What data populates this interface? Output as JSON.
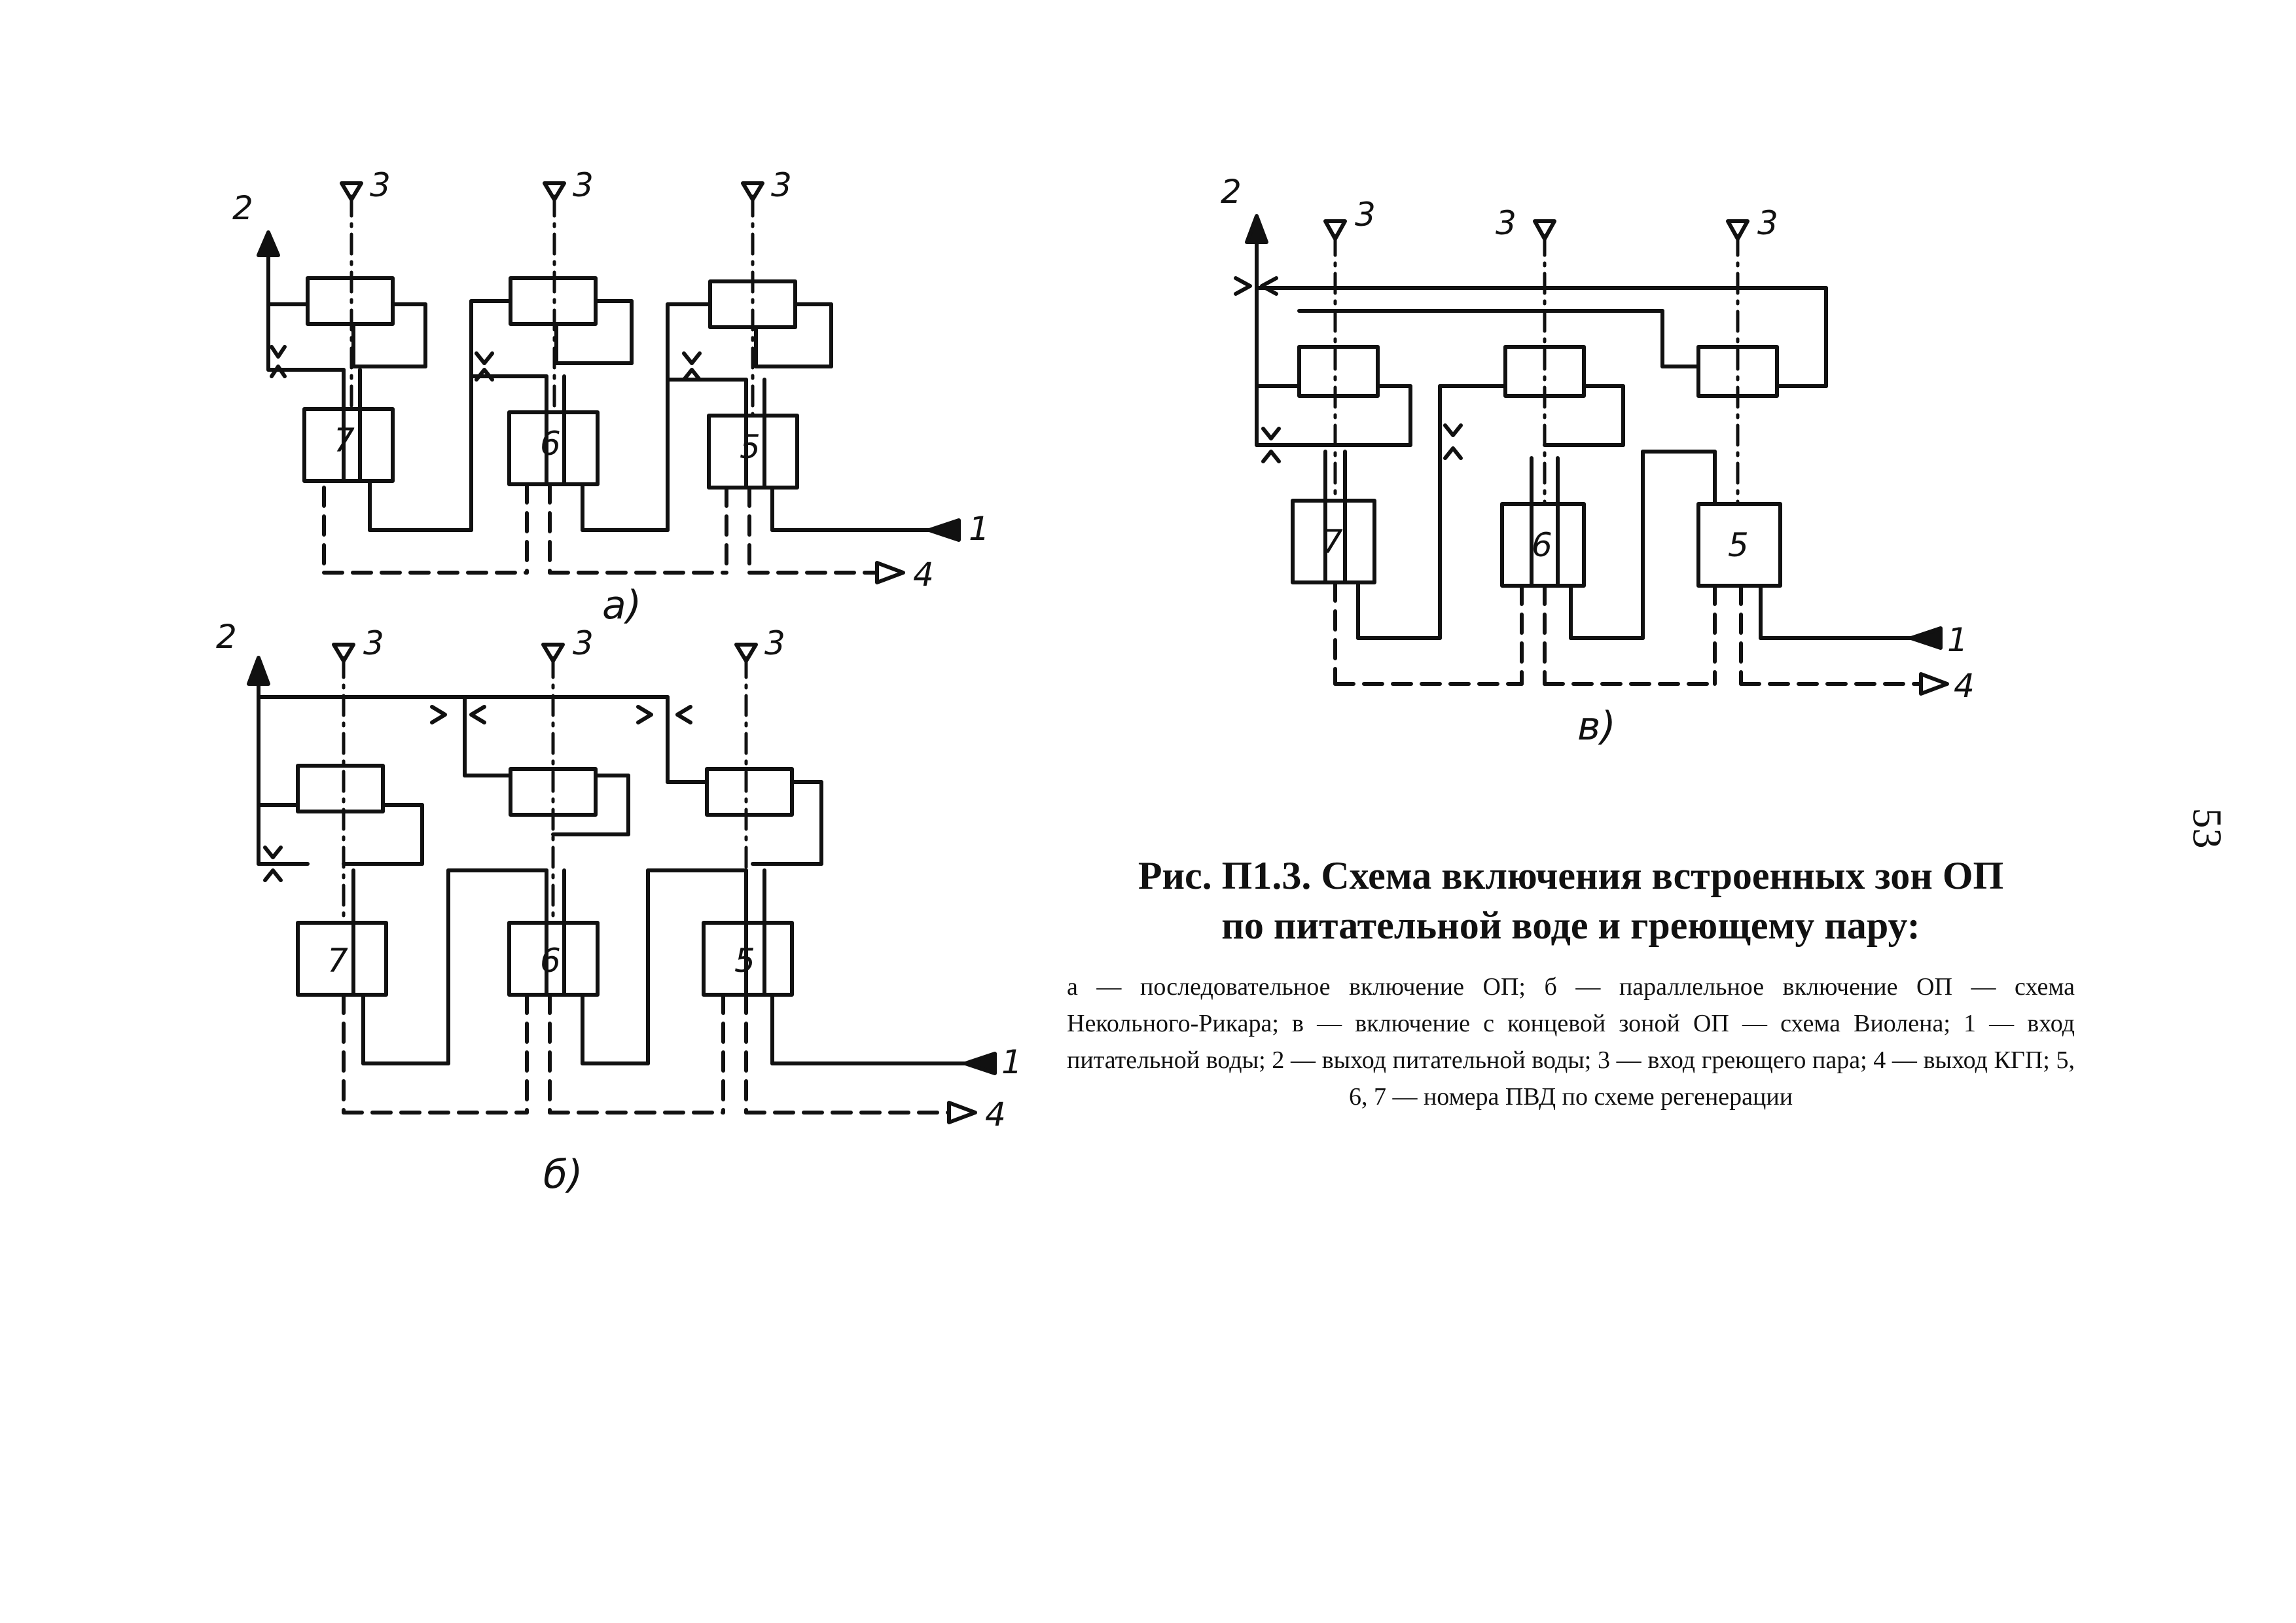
{
  "diagrams": [
    {
      "id": "a",
      "label": "а)",
      "heater_numbers": [
        "7",
        "6",
        "5"
      ],
      "terminals": {
        "feedwater_in": "1",
        "feedwater_out": "2",
        "steam_in": "3",
        "condensate_out": "4"
      }
    },
    {
      "id": "b",
      "label": "б)",
      "heater_numbers": [
        "7",
        "6",
        "5"
      ],
      "terminals": {
        "feedwater_in": "1",
        "feedwater_out": "2",
        "steam_in": "3",
        "condensate_out": "4"
      }
    },
    {
      "id": "v",
      "label": "в)",
      "heater_numbers": [
        "7",
        "6",
        "5"
      ],
      "terminals": {
        "feedwater_in": "1",
        "feedwater_out": "2",
        "steam_in": "3",
        "condensate_out": "4"
      }
    }
  ],
  "caption": {
    "title_line1": "Рис. П1.3. Схема включения встроенных зон ОП",
    "title_line2": "по питательной воде и греющему пару:",
    "legend": "а — последовательное включение ОП; б — параллельное включение ОП — схема Некольного-Рикара; в — включение с концевой зоной ОП — схема Виолена; 1 — вход питательной воды; 2 — выход питательной воды; 3 — вход греющего пара; 4 — выход КГП; 5, 6, 7 — номера ПВД по схеме регенерации"
  },
  "page_number": "53"
}
